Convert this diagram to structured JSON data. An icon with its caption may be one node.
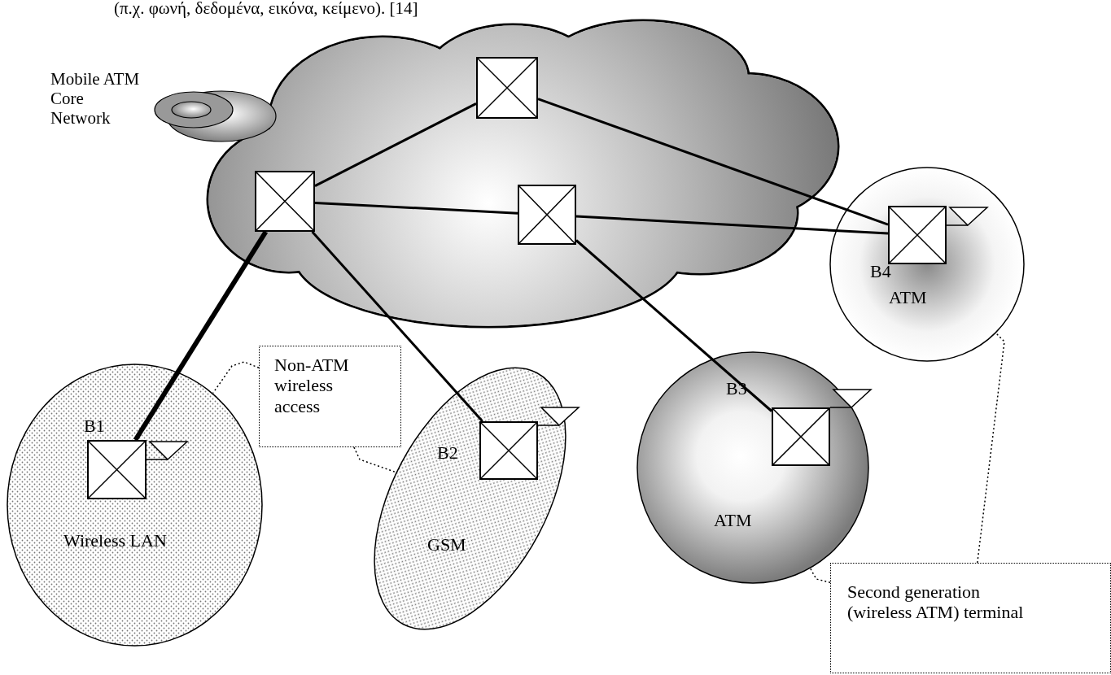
{
  "diagram": {
    "nodes": [
      {
        "text": [],
        "shape": "cloud"
      },
      {
        "text": [],
        "shape": "box",
        "in": 0
      },
      {
        "text": [],
        "shape": "box",
        "in": 0
      },
      {
        "text": [],
        "shape": "box",
        "in": 0
      },
      {
        "text": [
          "Wireless LAN"
        ]
      },
      {
        "text": [],
        "shape": "box",
        "in": 4,
        "beside": [
          "B1"
        ]
      },
      {
        "text": [
          "GSM"
        ]
      },
      {
        "text": [],
        "shape": "box",
        "in": 6,
        "beside": [
          "B2"
        ]
      },
      {
        "text": [
          "ATM"
        ]
      },
      {
        "text": [],
        "shape": "box",
        "in": 8,
        "beside": [
          "B3"
        ]
      },
      {
        "text": [
          "ATM"
        ]
      },
      {
        "text": [],
        "shape": "box",
        "in": 10,
        "beside": [
          "B4"
        ]
      },
      {
        "text": [
          "Non-ATM wireless access"
        ]
      },
      {
        "text": [
          "Second generation (wireless ATM) terminal"
        ]
      }
    ],
    "edges": [
      {
        "from": 2,
        "to": 1,
        "arrow": "none"
      },
      {
        "from": 2,
        "to": 3,
        "arrow": "none"
      },
      {
        "from": 1,
        "to": 11,
        "arrow": "none"
      },
      {
        "from": 3,
        "to": 11,
        "arrow": "none"
      },
      {
        "from": 2,
        "to": 5,
        "arrow": "none",
        "style": "thick"
      },
      {
        "from": 2,
        "to": 7,
        "arrow": "none"
      },
      {
        "from": 3,
        "to": 9,
        "arrow": "none"
      },
      {
        "from": 12,
        "to": 4,
        "arrow": "none",
        "style": "dashed"
      },
      {
        "from": 12,
        "to": 6,
        "arrow": "none",
        "style": "dashed"
      },
      {
        "from": 13,
        "to": 10,
        "arrow": "none",
        "style": "dashed"
      },
      {
        "from": 13,
        "to": 8,
        "arrow": "none",
        "style": "dashed"
      }
    ],
    "labels": [
      "(π.χ. φωνή, δεδομένα, εικόνα, κείμενο). [14]",
      "Mobile ATM Core Network"
    ]
  }
}
